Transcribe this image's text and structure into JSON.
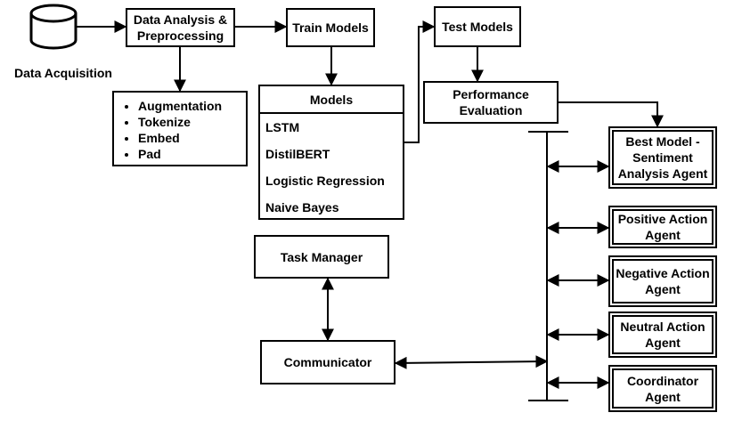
{
  "nodes": {
    "data_acquisition": "Data Acquisition",
    "preprocessing": "Data Analysis & Preprocessing",
    "train_models": "Train Models",
    "test_models": "Test Models",
    "performance_evaluation": "Performance Evaluation",
    "models_title": "Models",
    "models": [
      "LSTM",
      "DistilBERT",
      "Logistic Regression",
      "Naive Bayes"
    ],
    "preprocessing_steps": [
      "Augmentation",
      "Tokenize",
      "Embed",
      "Pad"
    ],
    "task_manager": "Task Manager",
    "communicator": "Communicator",
    "agents": [
      "Best Model - Sentiment Analysis Agent",
      "Positive Action Agent",
      "Negative Action Agent",
      "Neutral Action Agent",
      "Coordinator Agent"
    ]
  }
}
